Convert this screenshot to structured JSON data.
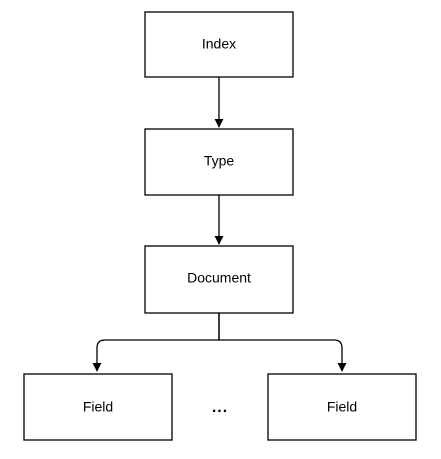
{
  "diagram": {
    "nodes": {
      "index": "Index",
      "type": "Type",
      "document": "Document",
      "field_left": "Field",
      "field_right": "Field"
    },
    "ellipsis": "...",
    "colors": {
      "stroke": "#000000",
      "fill": "#ffffff"
    }
  }
}
